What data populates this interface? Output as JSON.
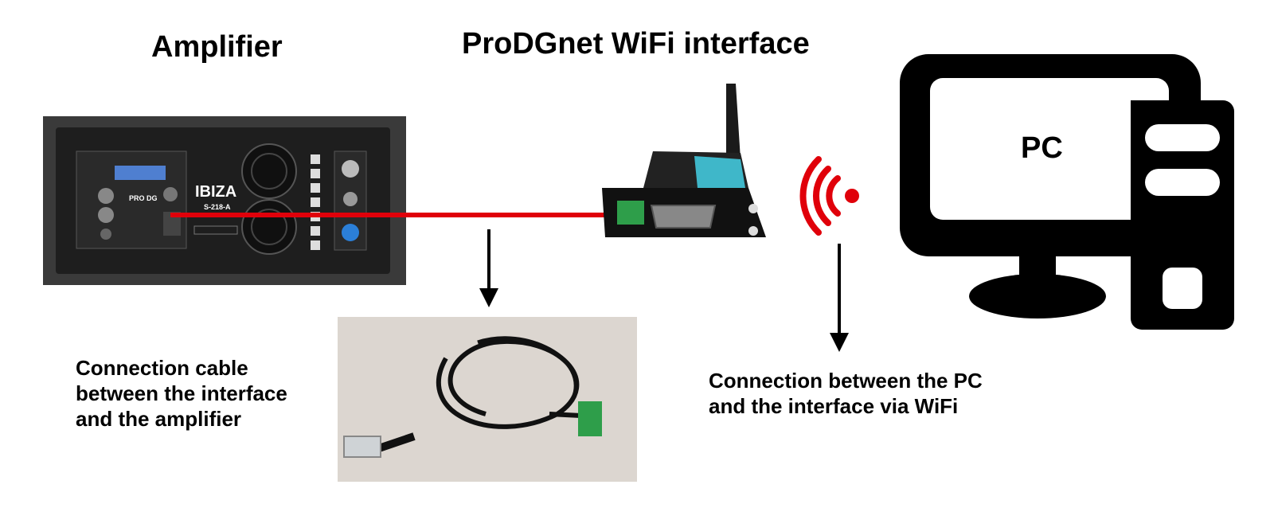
{
  "titles": {
    "amplifier": "Amplifier",
    "interface": "ProDGnet WiFi interface",
    "pc": "PC"
  },
  "amplifier_panel": {
    "brand": "IBIZA",
    "model": "S-218-A",
    "logo": "PRO DG"
  },
  "captions": {
    "cable": [
      "Connection cable",
      "between the interface",
      "and the amplifier"
    ],
    "wifi": [
      "Connection between the PC",
      "and the interface via WiFi"
    ]
  },
  "colors": {
    "cable_line": "#e0000a",
    "wifi_signal": "#e0000a",
    "pc_icon": "#000000",
    "interface_accent": "#3fb7c9",
    "terminal_green": "#2e9e4a"
  }
}
